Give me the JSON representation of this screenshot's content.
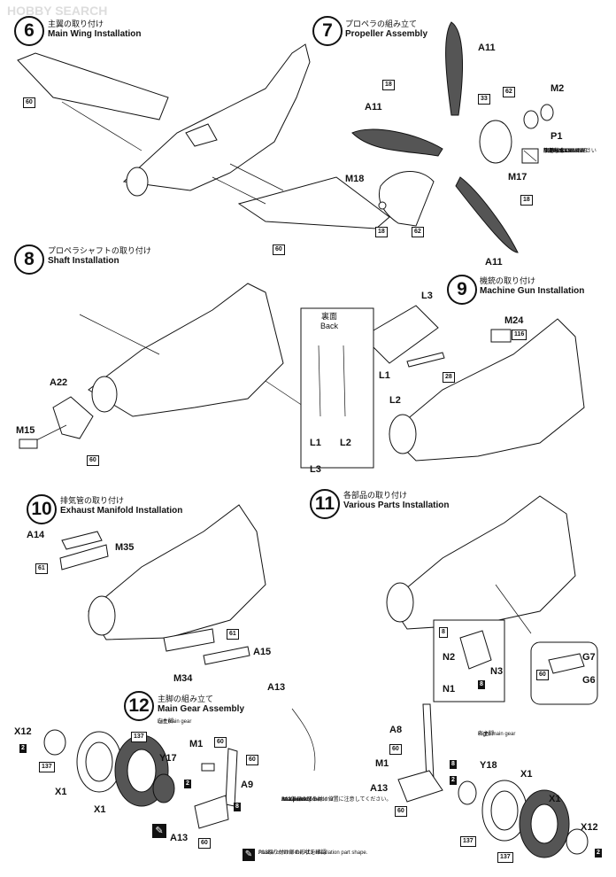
{
  "header": {
    "brand": "HOBBY SEARCH"
  },
  "steps": [
    {
      "num": "6",
      "jp": "主翼の取り付け",
      "en": "Main Wing Installation"
    },
    {
      "num": "7",
      "jp": "プロペラの組み立て",
      "en": "Propeller Assembly"
    },
    {
      "num": "8",
      "jp": "プロペラシャフトの取り付け",
      "en": "Shaft Installation"
    },
    {
      "num": "9",
      "jp": "機銃の取り付け",
      "en": "Machine Gun Installation"
    },
    {
      "num": "10",
      "jp": "排気管の取り付け",
      "en": "Exhaust Manifold Installation"
    },
    {
      "num": "11",
      "jp": "各部品の取り付け",
      "en": "Various Parts Installation"
    },
    {
      "num": "12",
      "jp": "主脚の組み立て",
      "en": "Main Gear Assembly"
    }
  ],
  "parts": {
    "s6": {
      "b60a": "60",
      "b60b": "60"
    },
    "s7": {
      "a11_top": "A11",
      "a11_left": "A11",
      "a11_bottom": "A11",
      "m2": "M2",
      "p1": "P1",
      "m17": "M17",
      "m18": "M18",
      "b18a": "18",
      "b18b": "18",
      "b18c": "18",
      "b33": "33",
      "b62a": "62",
      "b62b": "62",
      "no_cement": [
        "接着しないでください",
        "DO NOT CEMENT",
        "NICHT KLEBEN",
        "NE PAS COLLER",
        "NON INCOLLARE",
        "NO PEGAR",
        "不用粘合"
      ]
    },
    "s8": {
      "a22": "A22",
      "m15": "M15",
      "b60": "60"
    },
    "s9": {
      "l3_top": "L3",
      "back_jp": "裏面",
      "back_en": "Back",
      "l1": "L1",
      "l2": "L2",
      "l3_bot": "L3",
      "l1_main": "L1",
      "l2_main": "L2",
      "m24": "M24",
      "b116": "116",
      "b28": "28"
    },
    "s10": {
      "a14": "A14",
      "m35": "M35",
      "b61a": "61",
      "b61b": "61",
      "a15": "A15",
      "m34": "M34"
    },
    "s11": {
      "b8a": "8",
      "n2": "N2",
      "n3": "N3",
      "n1": "N1",
      "b8b": "8",
      "g7": "G7",
      "g6": "G6",
      "b60": "60"
    },
    "s12": {
      "left_jp": "左主脚",
      "left_en": "Left main gear",
      "x12": "X12",
      "b2a": "2",
      "b137a": "137",
      "x1a": "X1",
      "b137b": "137",
      "x1b": "X1",
      "y17": "Y17",
      "b2b": "2",
      "m1": "M1",
      "b60a": "60",
      "b60b": "60",
      "a9": "A9",
      "b8": "8",
      "a13": "A13",
      "b60c": "60",
      "a13_top": "A13",
      "pos_jp": "A13部品の取り付け位置に注意してください。",
      "pos_en1": "Be careful of the",
      "pos_en2": "attachment position of",
      "pos_en3": "A13 parts.",
      "confirm_jp": "A13取り付け部の形状を確認",
      "confirm_en": "Please confirm the A13 installation part shape.",
      "right_jp": "右主脚",
      "right_en": "Right main gear",
      "a8": "A8",
      "b60d": "60",
      "m1r": "M1",
      "b8r": "8",
      "b2r": "2",
      "y18": "Y18",
      "a13r": "A13",
      "b60e": "60",
      "x1c": "X1",
      "x1d": "X1",
      "x12r": "X12",
      "b137c": "137",
      "b137d": "137",
      "b2c": "2"
    }
  }
}
